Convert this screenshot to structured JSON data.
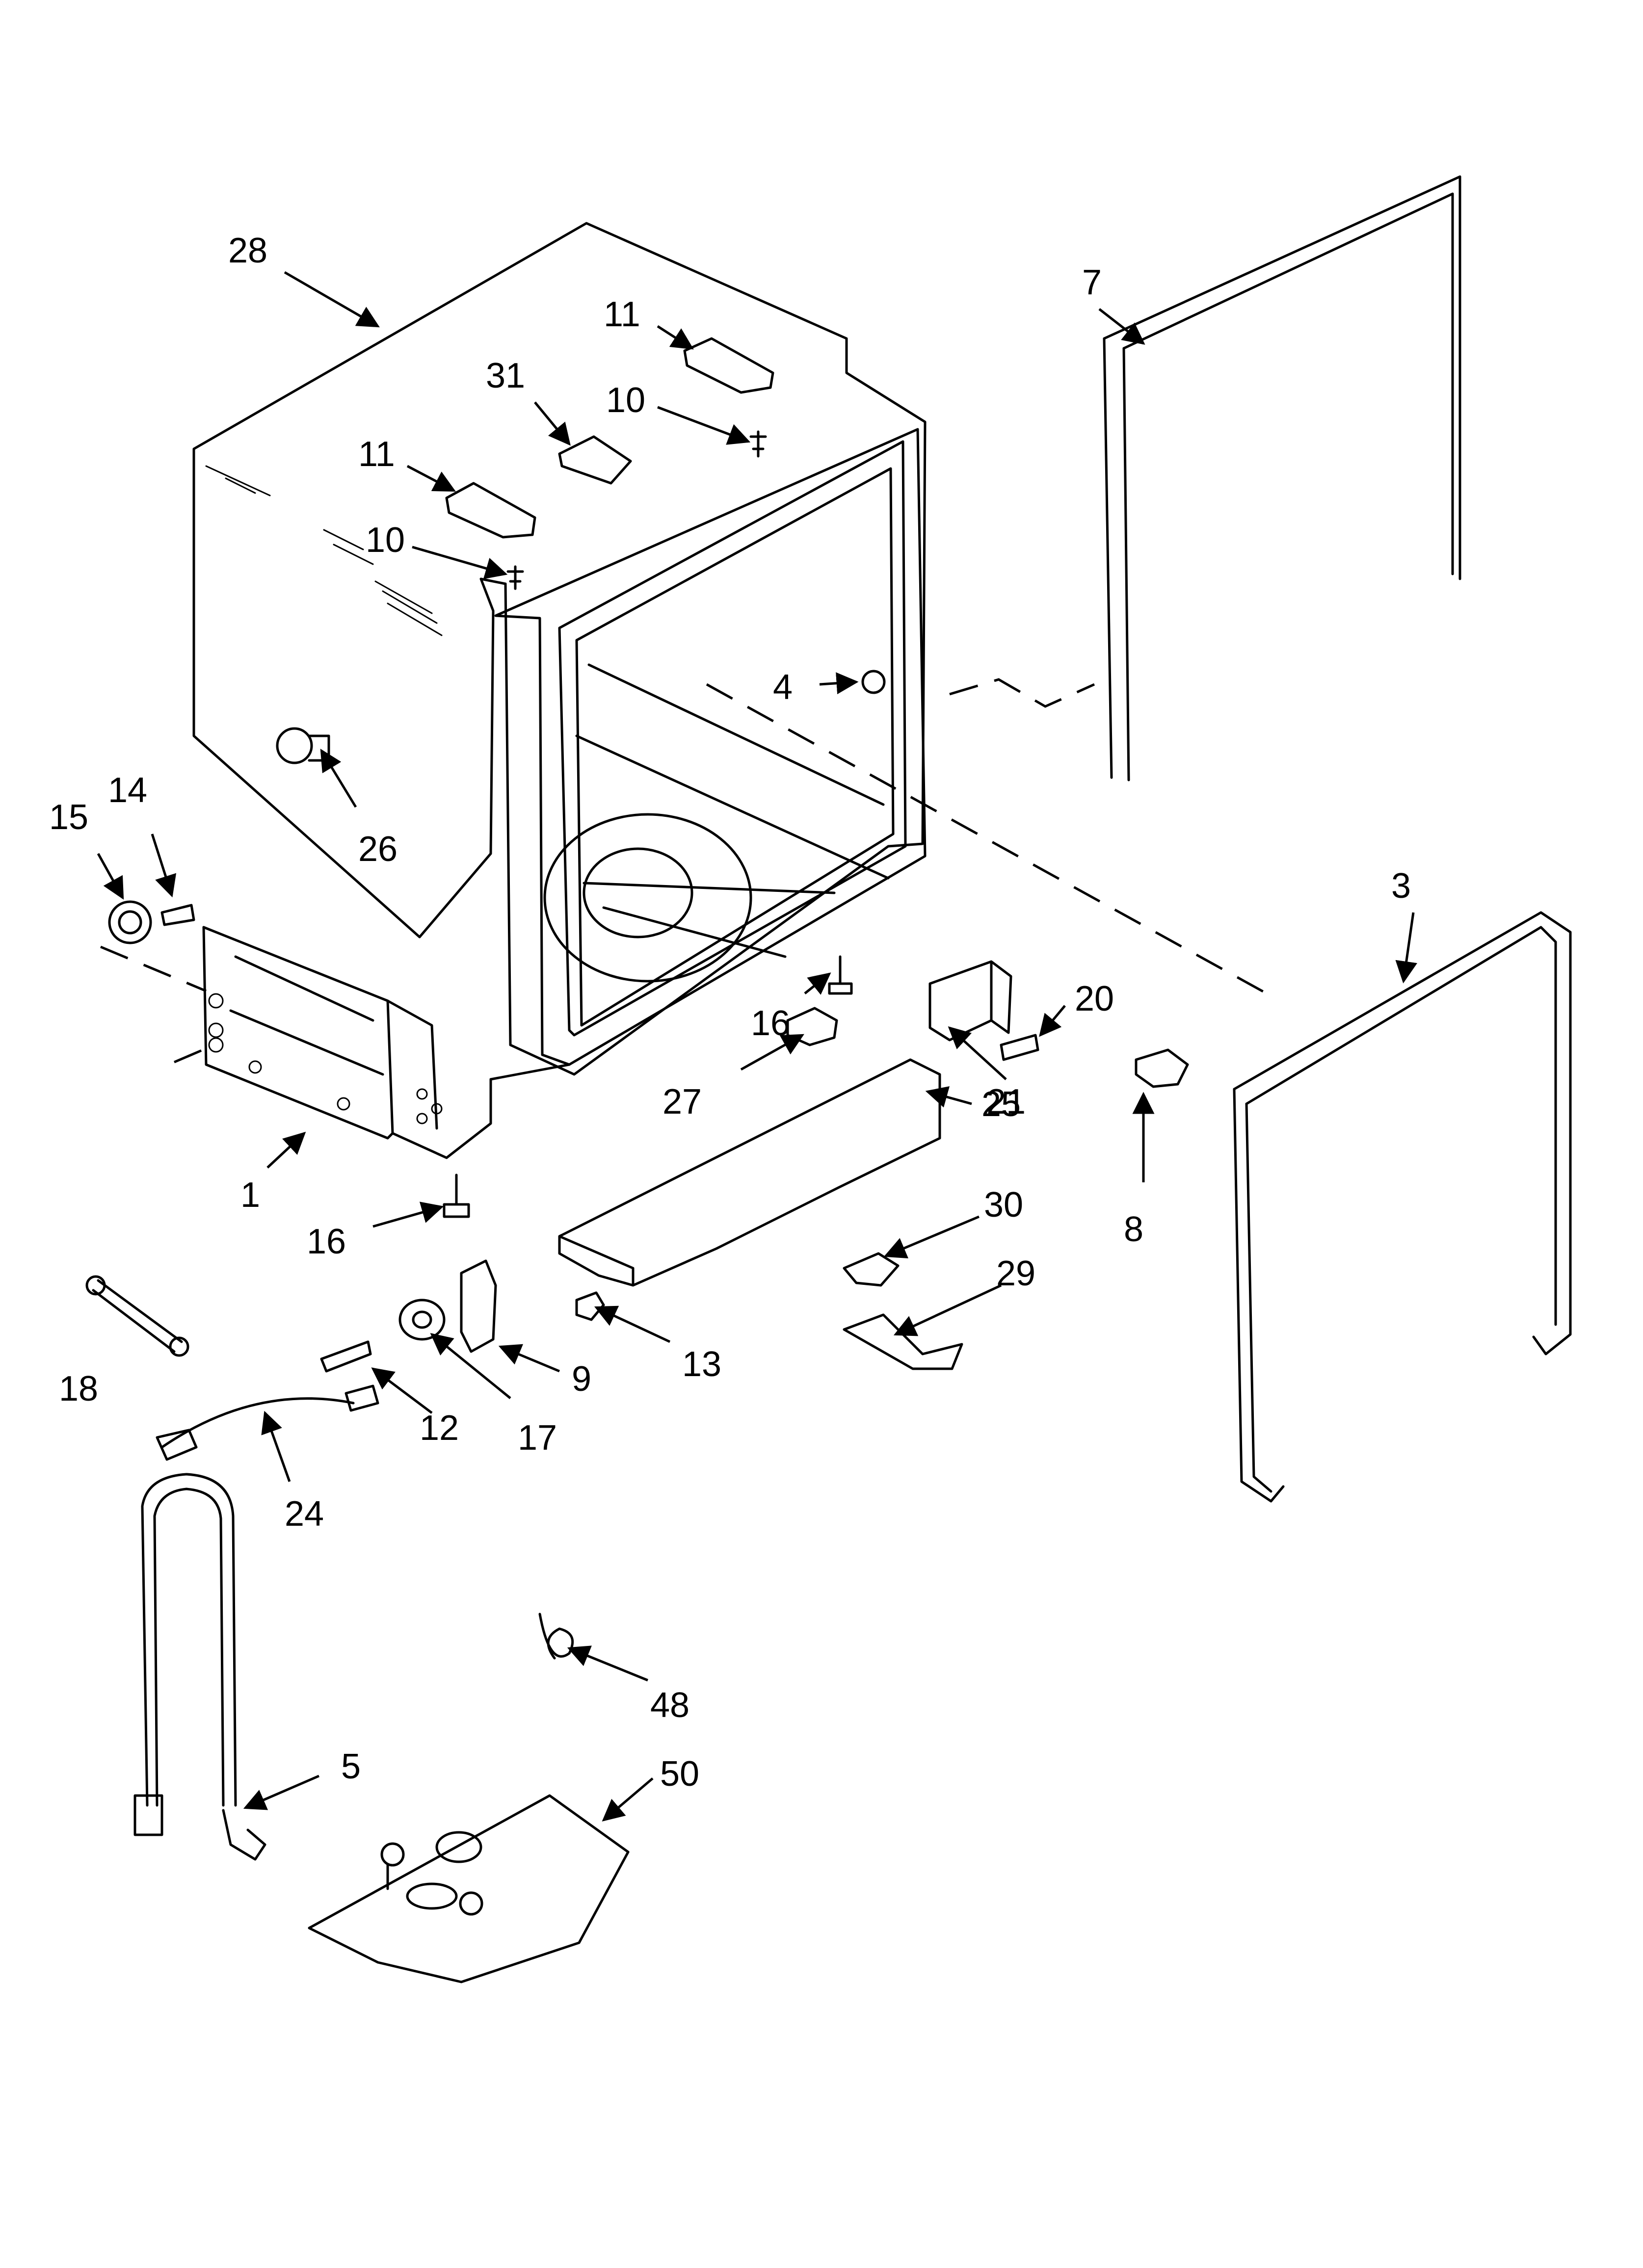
{
  "diagram": {
    "callouts": [
      {
        "id": "c28",
        "label": "28"
      },
      {
        "id": "c11a",
        "label": "11"
      },
      {
        "id": "c31",
        "label": "31"
      },
      {
        "id": "c10a",
        "label": "10"
      },
      {
        "id": "c11b",
        "label": "11"
      },
      {
        "id": "c10b",
        "label": "10"
      },
      {
        "id": "c7",
        "label": "7"
      },
      {
        "id": "c4",
        "label": "4"
      },
      {
        "id": "c26",
        "label": "26"
      },
      {
        "id": "c15",
        "label": "15"
      },
      {
        "id": "c14",
        "label": "14"
      },
      {
        "id": "c3",
        "label": "3"
      },
      {
        "id": "c16a",
        "label": "16"
      },
      {
        "id": "c20",
        "label": "20"
      },
      {
        "id": "c21",
        "label": "21"
      },
      {
        "id": "c27",
        "label": "27"
      },
      {
        "id": "c25",
        "label": "25"
      },
      {
        "id": "c8",
        "label": "8"
      },
      {
        "id": "c1",
        "label": "1"
      },
      {
        "id": "c30",
        "label": "30"
      },
      {
        "id": "c16b",
        "label": "16"
      },
      {
        "id": "c29",
        "label": "29"
      },
      {
        "id": "c18",
        "label": "18"
      },
      {
        "id": "c13",
        "label": "13"
      },
      {
        "id": "c9",
        "label": "9"
      },
      {
        "id": "c12",
        "label": "12"
      },
      {
        "id": "c17",
        "label": "17"
      },
      {
        "id": "c24",
        "label": "24"
      },
      {
        "id": "c48",
        "label": "48"
      },
      {
        "id": "c5",
        "label": "5"
      },
      {
        "id": "c50",
        "label": "50"
      }
    ]
  }
}
